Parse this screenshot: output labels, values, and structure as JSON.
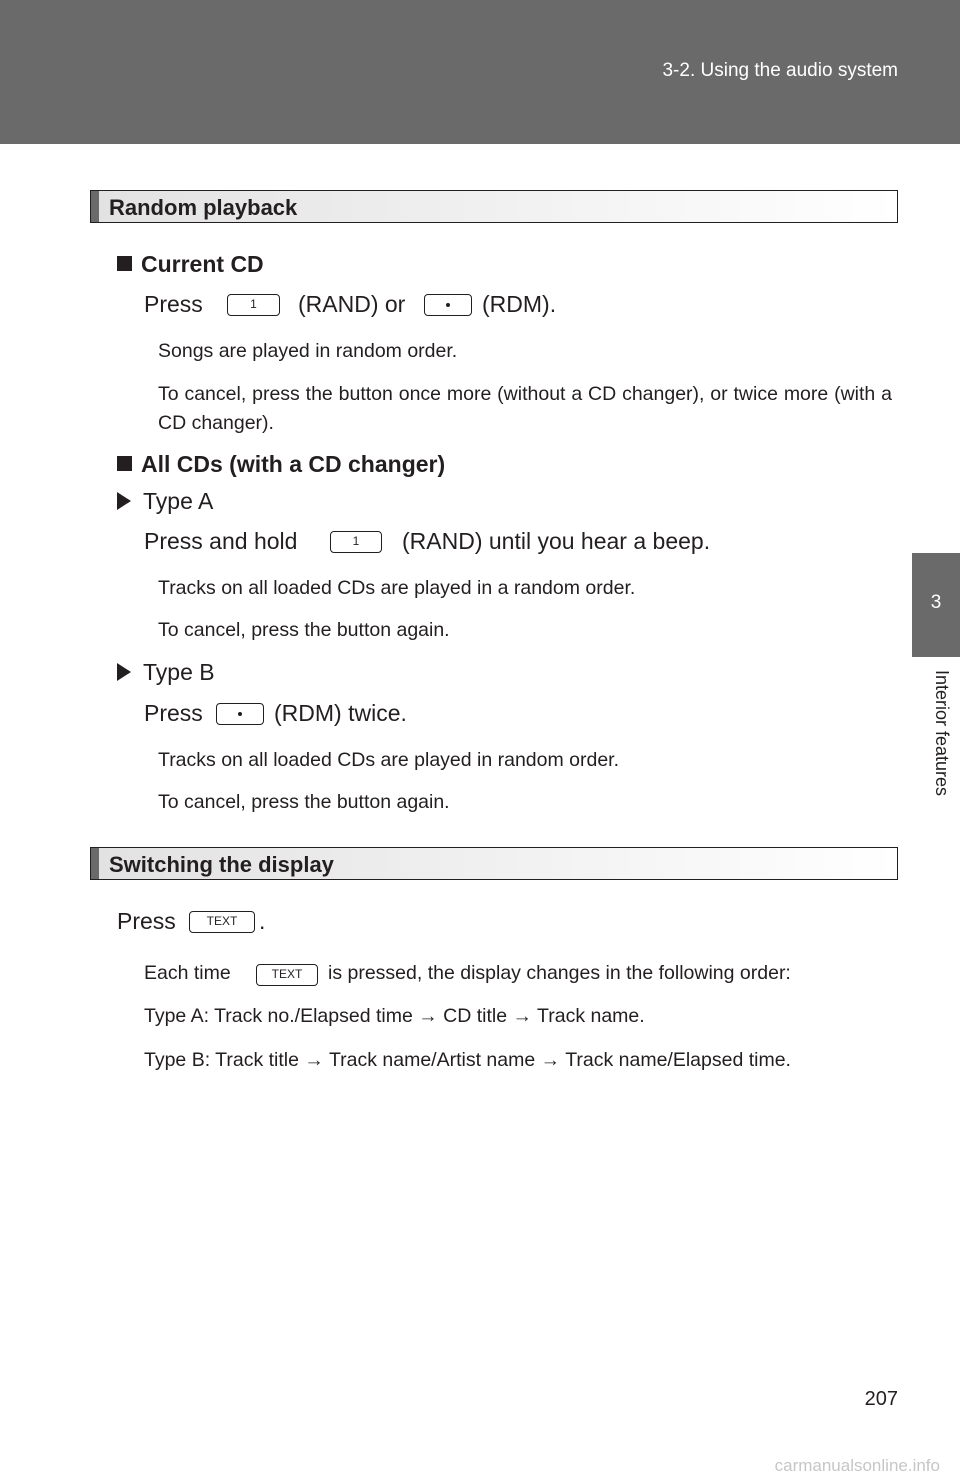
{
  "header": {
    "breadcrumb": "3-2. Using the audio system"
  },
  "side_tab": {
    "chapter": "3",
    "label": "Interior features"
  },
  "random": {
    "title": "Random playback",
    "current_cd": {
      "heading": "Current CD",
      "press_word": "Press",
      "key1": "1",
      "rand": "(RAND) or",
      "rdm": "(RDM).",
      "note1": "Songs are played in random order.",
      "note2": "To cancel, press the button once more (without a CD changer), or twice more (with a CD changer)."
    },
    "all_cds": {
      "heading": "All CDs (with a CD changer)",
      "type_a": "Type A",
      "press_hold": "Press and hold",
      "key1": "1",
      "rand_until": "(RAND) until you hear a beep.",
      "a_note1": "Tracks on all loaded CDs are played in a random order.",
      "a_note2": "To cancel, press the button again.",
      "type_b": "Type B",
      "press_word": "Press",
      "rdm_twice": "(RDM) twice.",
      "b_note1": "Tracks on all loaded CDs are played in random order.",
      "b_note2": "To cancel, press the button again."
    }
  },
  "display": {
    "title": "Switching the display",
    "press_word": "Press",
    "text_key": "TEXT",
    "period": ".",
    "each_time": "Each time",
    "each_rest": "is pressed, the display changes in the following order:",
    "type_a": "Type A: Track no./Elapsed time → CD title → Track name.",
    "type_b": "Type B: Track title → Track name/Artist name → Track name/Elapsed time."
  },
  "page_number": "207",
  "watermark": "carmanualsonline.info"
}
